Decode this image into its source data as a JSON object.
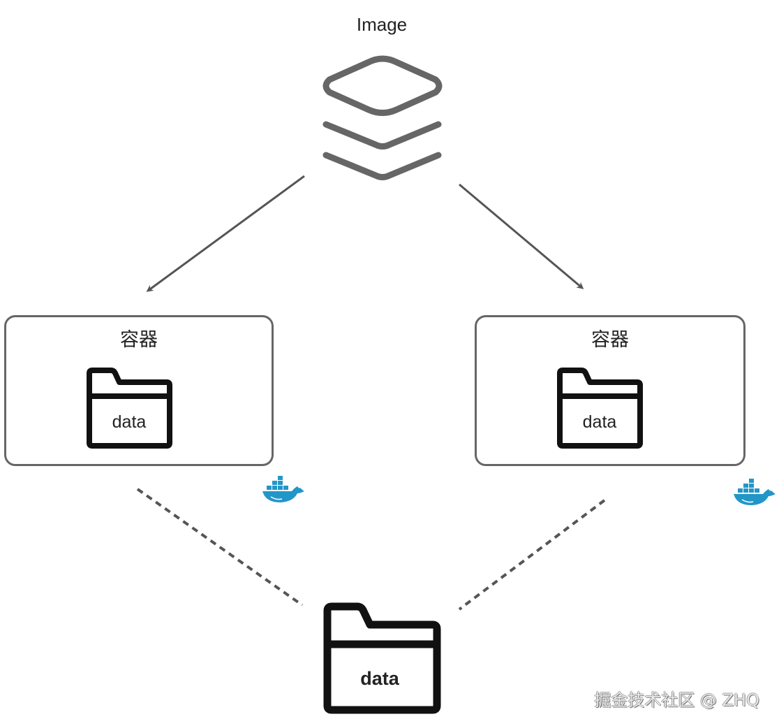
{
  "image_node": {
    "label": "Image",
    "icon": "layers-icon"
  },
  "containers": [
    {
      "label": "容器",
      "folder_label": "data",
      "badge_icon": "docker-whale-icon"
    },
    {
      "label": "容器",
      "folder_label": "data",
      "badge_icon": "docker-whale-icon"
    }
  ],
  "host_volume": {
    "folder_label": "data",
    "icon": "folder-icon"
  },
  "edges": [
    {
      "from": "Image",
      "to": "容器 (left)",
      "style": "solid-arrow"
    },
    {
      "from": "Image",
      "to": "容器 (right)",
      "style": "solid-arrow"
    },
    {
      "from": "容器 (left)",
      "to": "data (host)",
      "style": "dashed"
    },
    {
      "from": "容器 (right)",
      "to": "data (host)",
      "style": "dashed"
    }
  ],
  "colors": {
    "stroke": "#666666",
    "arrow": "#555555",
    "folder": "#111111",
    "docker_blue": "#2396c8"
  },
  "watermark": "掘金技术社区 @ ZHQ"
}
